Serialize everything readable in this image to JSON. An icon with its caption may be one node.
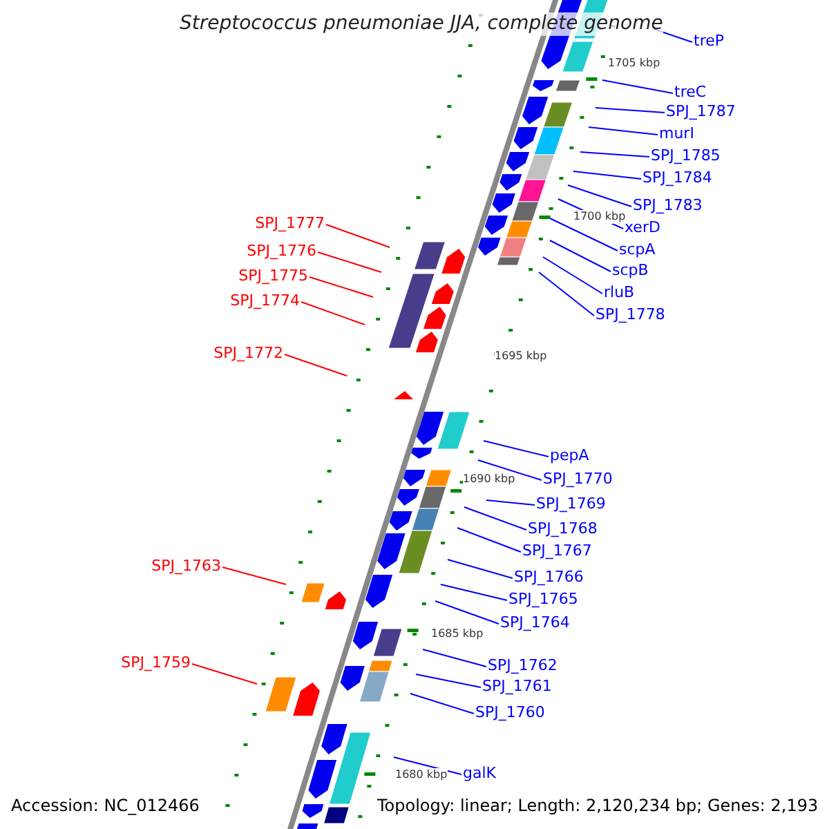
{
  "diagram": {
    "title": "Streptococcus pneumoniae JJA, complete genome",
    "nodes": [
      {
        "text": [
          "treP"
        ]
      },
      {
        "text": [
          "treC"
        ]
      },
      {
        "text": [
          "SPJ_1787"
        ]
      },
      {
        "text": [
          "murI"
        ]
      },
      {
        "text": [
          "SPJ_1785"
        ]
      },
      {
        "text": [
          "SPJ_1784"
        ]
      },
      {
        "text": [
          "SPJ_1783"
        ]
      },
      {
        "text": [
          "xerD"
        ]
      },
      {
        "text": [
          "scpA"
        ]
      },
      {
        "text": [
          "scpB"
        ]
      },
      {
        "text": [
          "rluB"
        ]
      },
      {
        "text": [
          "SPJ_1778"
        ]
      },
      {
        "text": [
          "SPJ_1777"
        ]
      },
      {
        "text": [
          "SPJ_1776"
        ]
      },
      {
        "text": [
          "SPJ_1775"
        ]
      },
      {
        "text": [
          "SPJ_1774"
        ]
      },
      {
        "text": [
          "SPJ_1772"
        ]
      },
      {
        "text": [
          "pepA"
        ]
      },
      {
        "text": [
          "SPJ_1770"
        ]
      },
      {
        "text": [
          "SPJ_1769"
        ]
      },
      {
        "text": [
          "SPJ_1768"
        ]
      },
      {
        "text": [
          "SPJ_1767"
        ]
      },
      {
        "text": [
          "SPJ_1766"
        ]
      },
      {
        "text": [
          "SPJ_1765"
        ]
      },
      {
        "text": [
          "SPJ_1764"
        ]
      },
      {
        "text": [
          "SPJ_1763"
        ]
      },
      {
        "text": [
          "SPJ_1762"
        ]
      },
      {
        "text": [
          "SPJ_1761"
        ]
      },
      {
        "text": [
          "SPJ_1760"
        ]
      },
      {
        "text": [
          "SPJ_1759"
        ]
      },
      {
        "text": [
          "galK"
        ]
      }
    ],
    "edges": [
      {
        "from": 0,
        "to": null,
        "arrow": "none"
      },
      {
        "from": 1,
        "to": null,
        "arrow": "none"
      },
      {
        "from": 2,
        "to": null,
        "arrow": "none"
      },
      {
        "from": 3,
        "to": null,
        "arrow": "none"
      },
      {
        "from": 4,
        "to": null,
        "arrow": "none"
      },
      {
        "from": 5,
        "to": null,
        "arrow": "none"
      },
      {
        "from": 6,
        "to": null,
        "arrow": "none"
      },
      {
        "from": 7,
        "to": null,
        "arrow": "none"
      },
      {
        "from": 8,
        "to": null,
        "arrow": "none"
      },
      {
        "from": 9,
        "to": null,
        "arrow": "none"
      },
      {
        "from": 10,
        "to": null,
        "arrow": "none"
      },
      {
        "from": 11,
        "to": null,
        "arrow": "none"
      },
      {
        "from": 12,
        "to": null,
        "arrow": "none",
        "color": "#ff0000"
      },
      {
        "from": 13,
        "to": null,
        "arrow": "none",
        "color": "#ff0000"
      },
      {
        "from": 14,
        "to": null,
        "arrow": "none",
        "color": "#ff0000"
      },
      {
        "from": 15,
        "to": null,
        "arrow": "none",
        "color": "#ff0000"
      },
      {
        "from": 16,
        "to": null,
        "arrow": "none",
        "color": "#ff0000"
      },
      {
        "from": 17,
        "to": null,
        "arrow": "none"
      },
      {
        "from": 18,
        "to": null,
        "arrow": "none"
      },
      {
        "from": 19,
        "to": null,
        "arrow": "none"
      },
      {
        "from": 20,
        "to": null,
        "arrow": "none"
      },
      {
        "from": 21,
        "to": null,
        "arrow": "none"
      },
      {
        "from": 22,
        "to": null,
        "arrow": "none"
      },
      {
        "from": 23,
        "to": null,
        "arrow": "none"
      },
      {
        "from": 24,
        "to": null,
        "arrow": "none"
      },
      {
        "from": 25,
        "to": null,
        "arrow": "none",
        "color": "#ff0000"
      },
      {
        "from": 26,
        "to": null,
        "arrow": "none"
      },
      {
        "from": 27,
        "to": null,
        "arrow": "none"
      },
      {
        "from": 28,
        "to": null,
        "arrow": "none"
      },
      {
        "from": 29,
        "to": null,
        "arrow": "none",
        "color": "#ff0000"
      },
      {
        "from": 30,
        "to": null,
        "arrow": "none"
      }
    ],
    "labels": [
      "1705 kbp",
      "1700 kbp",
      "1695 kbp",
      "1690 kbp",
      "1685 kbp",
      "1680 kbp",
      "Accession: NC_012466",
      "Topology: linear; Length: 2,120,234 bp; Genes: 2,193"
    ]
  }
}
